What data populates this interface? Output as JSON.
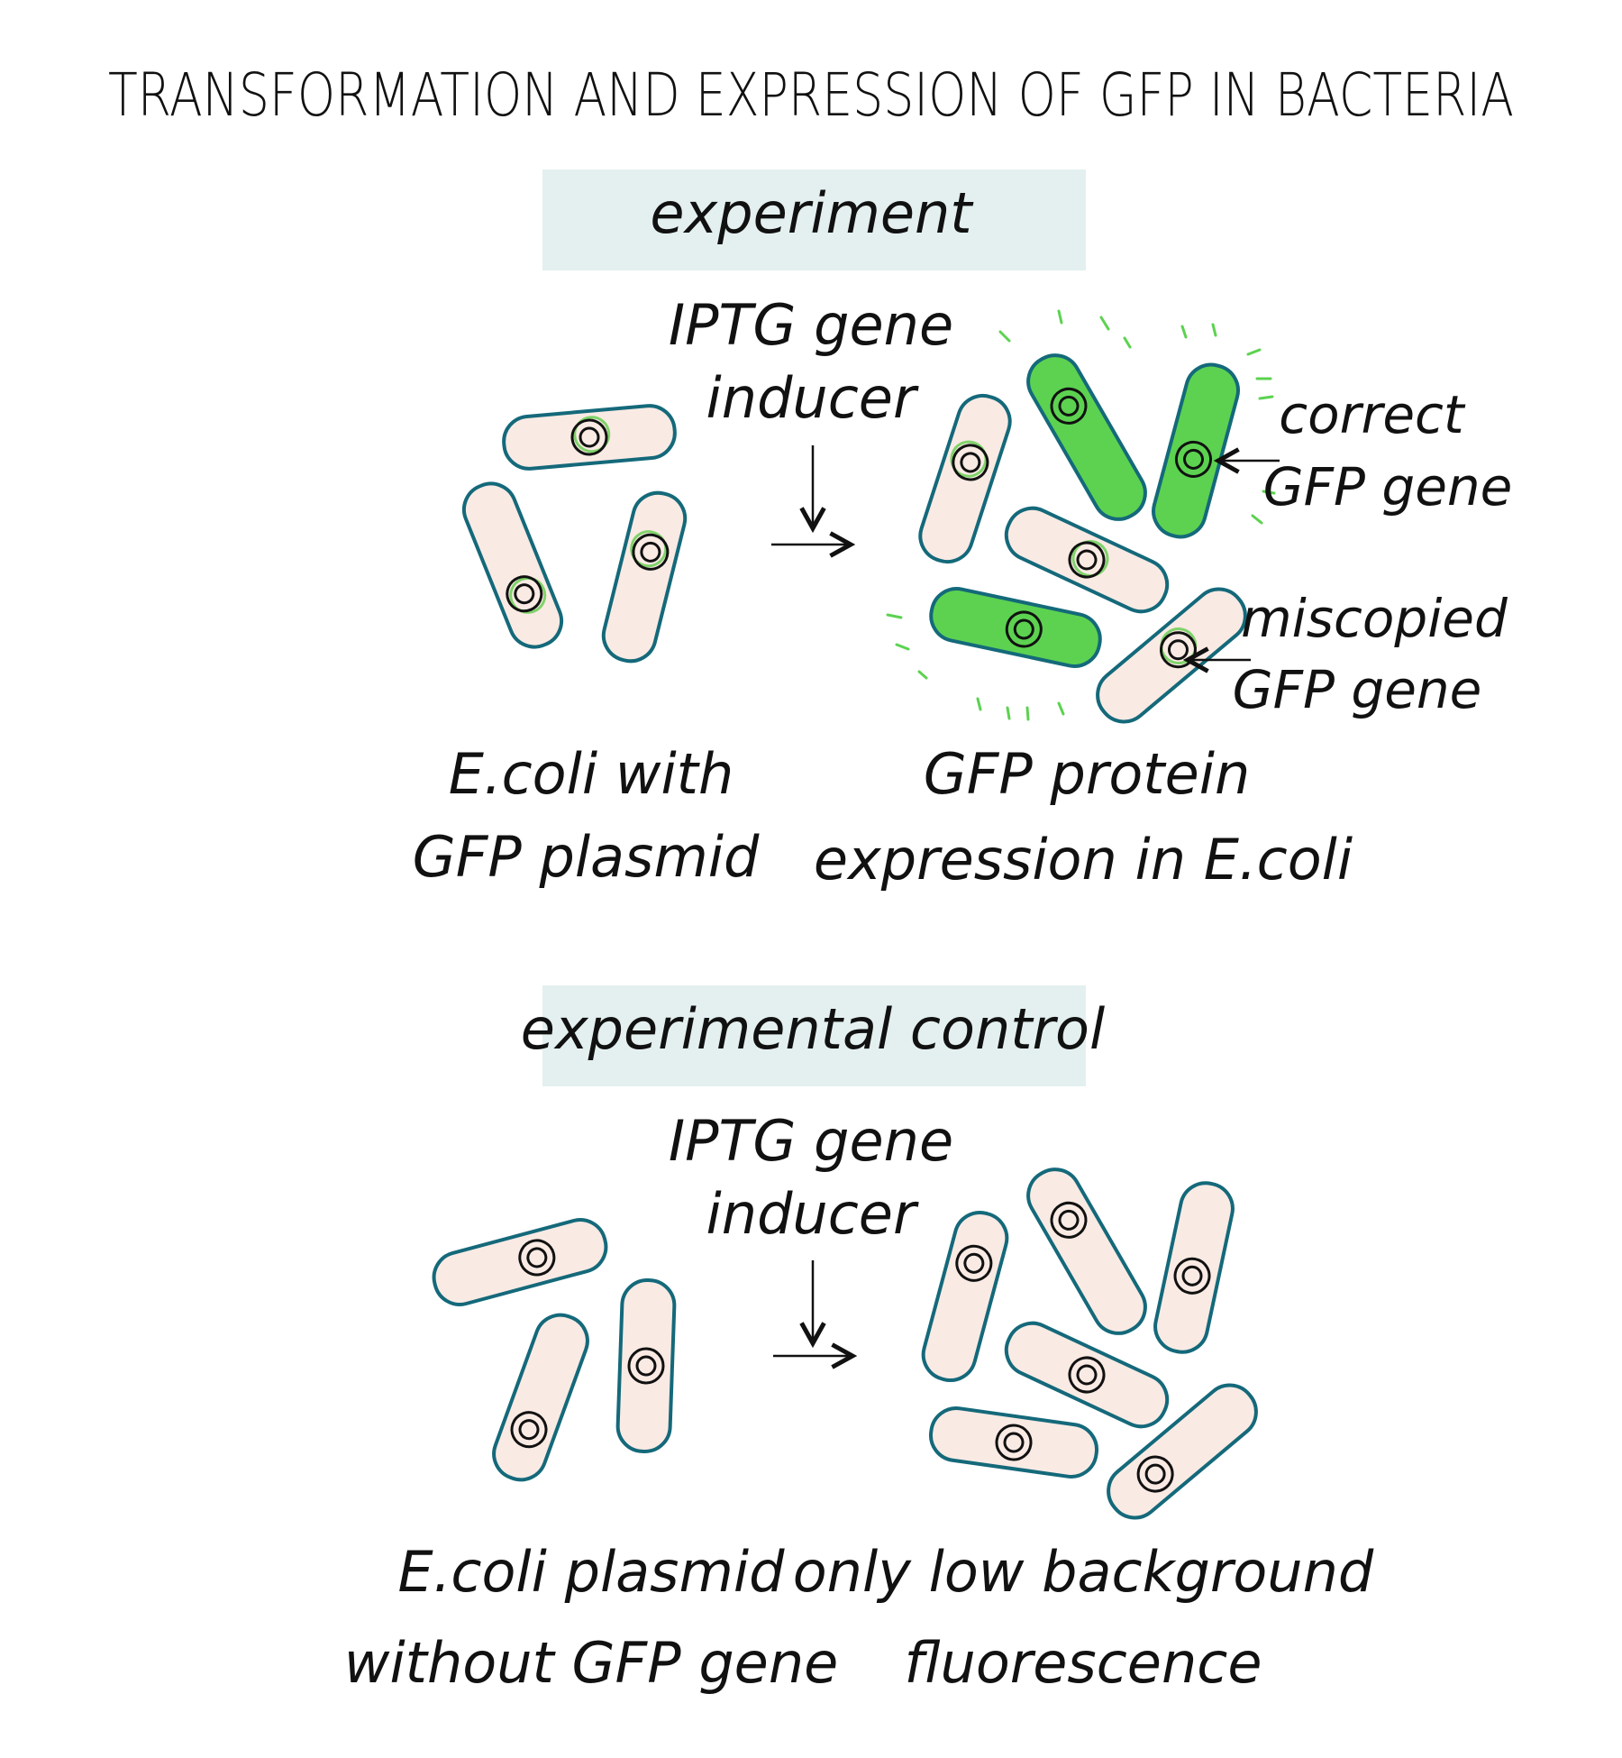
{
  "title": "TRANSFORMATION AND EXPRESSION OF GFP IN BACTERIA",
  "colors": {
    "box": "#e3f0ef",
    "cell": "#faeae4",
    "outline": "#14697a",
    "gfp": "#5cd250"
  },
  "experiment": {
    "label": "experiment",
    "inducer_line1": "IPTG gene",
    "inducer_line2": "inducer",
    "left_line1": "E.coli with",
    "left_line2": "GFP plasmid",
    "right_line1": "GFP protein",
    "right_line2": "expression in E.coli",
    "correct_line1": "correct",
    "correct_line2": "GFP gene",
    "miscopied_line1": "miscopied",
    "miscopied_line2": "GFP gene"
  },
  "control": {
    "label": "experimental control",
    "inducer_line1": "IPTG gene",
    "inducer_line2": "inducer",
    "left_line1": "E.coli plasmid",
    "left_line2": "without GFP gene",
    "right_line1": "only low background",
    "right_line2": "fluorescence"
  }
}
